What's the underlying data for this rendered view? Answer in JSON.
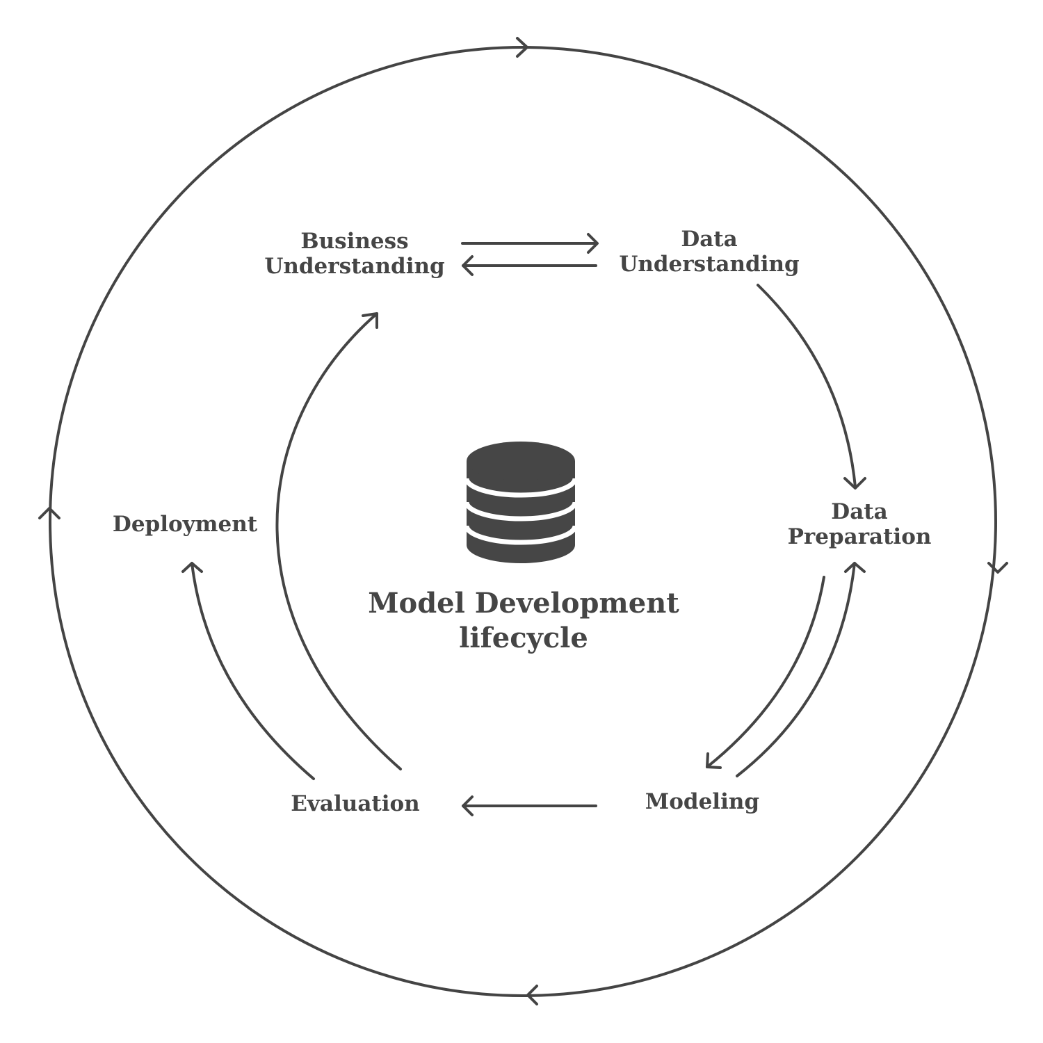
{
  "diagram": {
    "center": {
      "title_line1": "Model Development",
      "title_line2": "lifecycle",
      "icon": "database-icon"
    },
    "stages": {
      "business_understanding": {
        "line1": "Business",
        "line2": "Understanding"
      },
      "data_understanding": {
        "line1": "Data",
        "line2": "Understanding"
      },
      "data_preparation": {
        "line1": "Data",
        "line2": "Preparation"
      },
      "modeling": {
        "line1": "Modeling"
      },
      "evaluation": {
        "line1": "Evaluation"
      },
      "deployment": {
        "line1": "Deployment"
      }
    },
    "connections": [
      {
        "from": "Business Understanding",
        "to": "Data Understanding"
      },
      {
        "from": "Data Understanding",
        "to": "Business Understanding"
      },
      {
        "from": "Data Understanding",
        "to": "Data Preparation"
      },
      {
        "from": "Data Preparation",
        "to": "Modeling"
      },
      {
        "from": "Modeling",
        "to": "Data Preparation"
      },
      {
        "from": "Modeling",
        "to": "Evaluation"
      },
      {
        "from": "Evaluation",
        "to": "Business Understanding"
      },
      {
        "from": "Evaluation",
        "to": "Deployment"
      }
    ],
    "outer_cycle_direction": "clockwise",
    "colors": {
      "ink": "#444444",
      "background": "#ffffff"
    }
  }
}
